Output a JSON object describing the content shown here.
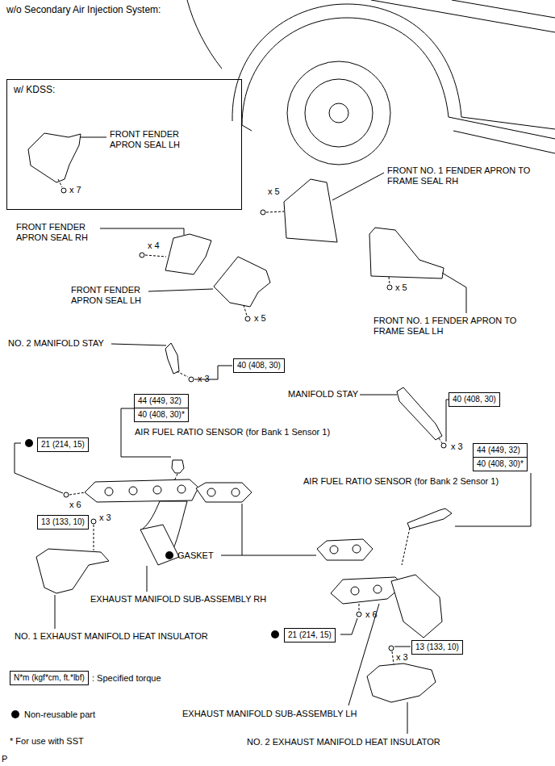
{
  "diagram": {
    "title": "w/o Secondary Air Injection System:",
    "nodes": [
      {
        "text": [
          "w/ KDSS:"
        ]
      },
      {
        "text": [
          "40 (408, 30)"
        ]
      },
      {
        "text": [
          "44 (449, 32)",
          "40 (408, 30)*"
        ]
      },
      {
        "text": [
          "40 (408, 30)"
        ]
      },
      {
        "text": [
          "44 (449, 32)",
          "40 (408, 30)*"
        ]
      },
      {
        "text": [
          "21 (214, 15)"
        ]
      },
      {
        "text": [
          "13 (133, 10)"
        ]
      },
      {
        "text": [
          "21 (214, 15)"
        ]
      },
      {
        "text": [
          "13 (133, 10)"
        ]
      },
      {
        "text": [
          "N*m (kgf*cm, ft.*lbf)"
        ]
      }
    ],
    "labels": [
      "FRONT FENDER APRON SEAL LH",
      "x 7",
      "FRONT NO. 1 FENDER APRON TO FRAME SEAL RH",
      "x 5",
      "FRONT FENDER APRON SEAL RH",
      "x 4",
      "FRONT FENDER APRON SEAL LH",
      "x 5",
      "FRONT NO. 1 FENDER APRON TO FRAME SEAL LH",
      "x 5",
      "NO. 2 MANIFOLD STAY",
      "x 3",
      "MANIFOLD STAY",
      "AIR FUEL RATIO SENSOR (for Bank 1 Sensor 1)",
      "x 3",
      "AIR FUEL RATIO SENSOR (for Bank 2 Sensor 1)",
      "x 6",
      "x 3",
      "GASKET",
      "EXHAUST MANIFOLD SUB-ASSEMBLY RH",
      "NO. 1 EXHAUST MANIFOLD HEAT INSULATOR",
      "x 6",
      "x 3",
      "EXHAUST MANIFOLD SUB-ASSEMBLY LH",
      "NO. 2 EXHAUST MANIFOLD HEAT INSULATOR",
      "* For use with SST",
      "P"
    ],
    "legend": [
      {
        "text": ": Specified torque"
      },
      {
        "text": "Non-reusable part"
      }
    ]
  }
}
